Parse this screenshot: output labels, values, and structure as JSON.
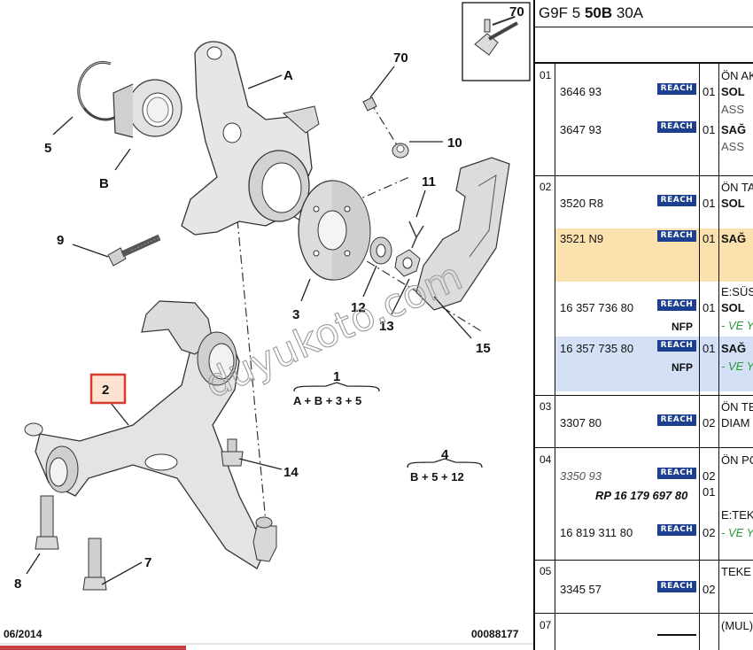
{
  "thumb": {
    "ref": "70"
  },
  "header": {
    "part_a": "G9F 5 ",
    "part_b": "50B",
    "part_c": " 30A"
  },
  "callouts": {
    "A": "A",
    "B": "B",
    "c2": "2",
    "c3": "3",
    "c4": "4",
    "c5": "5",
    "c7": "7",
    "c8": "8",
    "c9": "9",
    "c10": "10",
    "c11": "11",
    "c12": "12",
    "c13": "13",
    "c14": "14",
    "c15": "15",
    "c70": "70",
    "c1": "1"
  },
  "formulas": {
    "f1": "A + B + 3 + 5",
    "f4": "B + 5 + 12"
  },
  "watermark": "duyukoto.com",
  "footer": {
    "date": "06/2014",
    "code": "00088177"
  },
  "reach_label": "REACH",
  "rows": [
    {
      "idx": "01",
      "items": [
        {
          "part": "3646 93",
          "qty": "01",
          "desc": "SOL",
          "desc2": "ASS"
        },
        {
          "part": "3647 93",
          "qty": "01",
          "desc": "SAĞ",
          "desc2": "ASS"
        }
      ],
      "title": "ÖN AK"
    },
    {
      "idx": "02",
      "title": "ÖN TA",
      "items": [
        {
          "part": "3520 R8",
          "qty": "01",
          "desc": "SOL"
        },
        {
          "part": "3521 N9",
          "qty": "01",
          "desc": "SAĞ"
        }
      ]
    },
    {
      "idx": "",
      "title": "E:SÜS",
      "items": [
        {
          "part": "16 357 736 80",
          "qty": "01",
          "desc": "SOL",
          "note": "NFP",
          "desc2": "- VE Y"
        },
        {
          "part": "16 357 735 80",
          "qty": "01",
          "desc": "SAĞ",
          "note": "NFP",
          "desc2": "- VE Y"
        }
      ]
    },
    {
      "idx": "03",
      "title": "ÖN TE",
      "items": [
        {
          "part": "3307 80",
          "qty": "02",
          "desc": "DIAM"
        }
      ]
    },
    {
      "idx": "04",
      "title": "ÖN PO",
      "items": [
        {
          "part": "3350 93",
          "qty": "02",
          "alt": "RP 16 179 697 80",
          "qty2": "01"
        },
        {
          "part": "16 819 311 80",
          "qty": "02",
          "title2": "E:TEK",
          "desc2": "- VE Y"
        }
      ]
    },
    {
      "idx": "05",
      "title": "TEKE",
      "items": [
        {
          "part": "3345 57",
          "qty": "02"
        }
      ]
    },
    {
      "idx": "07",
      "title": "(MUL)"
    }
  ]
}
